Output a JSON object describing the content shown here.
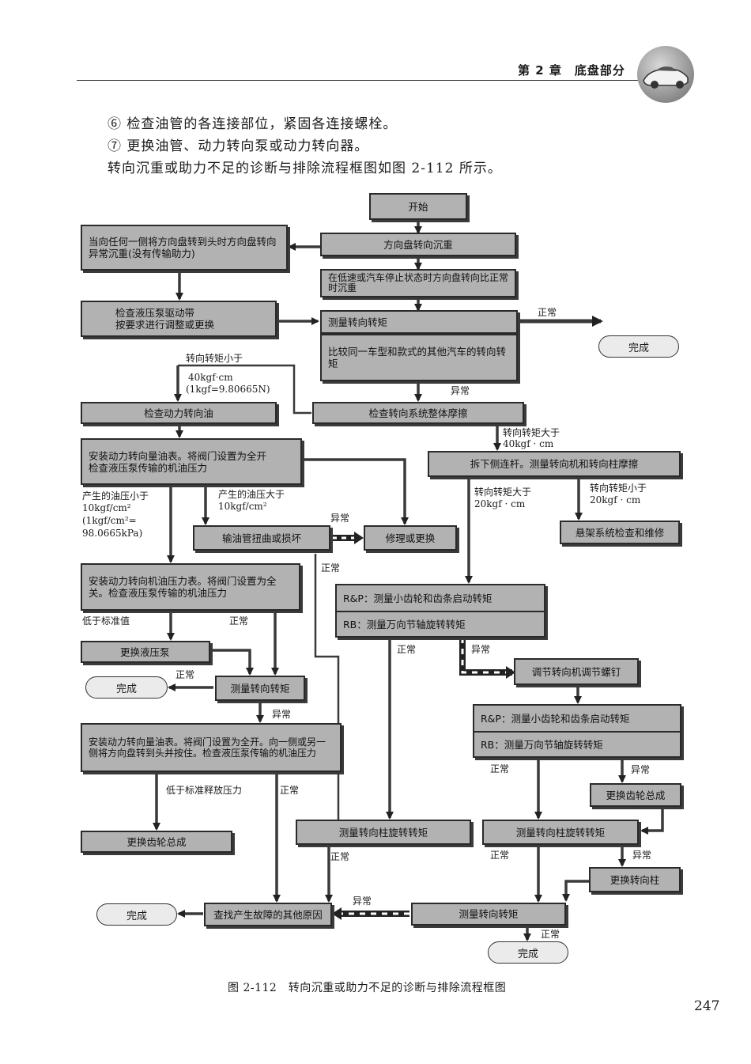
{
  "header": {
    "chapter": "第 2 章　底盘部分"
  },
  "intro": {
    "line1": "⑥ 检查油管的各连接部位，紧固各连接螺栓。",
    "line2": "⑦ 更换油管、动力转向泵或动力转向器。",
    "line3": "转向沉重或助力不足的诊断与排除流程框图如图 2-112 所示。"
  },
  "flow": {
    "start": "开始",
    "n_heavy": "方向盘转向沉重",
    "n_lowspeed": "在低速或汽车停止状态时方向盘转向比正常时沉重",
    "n_lock_heavy": "当向任何一侧将方向盘转到头时方向盘转向异常沉重(没有传输助力)",
    "n_belt": "检查液压泵驱动带\n按要求进行调整或更换",
    "n_measure_top": "测量转向转矩",
    "n_compare": "比较同一车型和款式的其他汽车的转向转矩",
    "n_fluid": "检查动力转向油",
    "n_friction": "检查转向系统整体摩擦",
    "n_install_gauge1": "安装动力转向量油表。将阀门设置为全开\n检查液压泵传输的机油压力",
    "n_tierod": "拆下侧连杆。测量转向机和转向柱摩擦",
    "n_hose": "输油管扭曲或损坏",
    "n_repair": "修理或更换",
    "n_suspension": "悬架系统检查和维修",
    "n_install_gauge2": "安装动力转向机油压力表。将阀门设置为全关。检查液压泵传输的机油压力",
    "n_rp1_a": "R&P：测量小齿轮和齿条启动转矩",
    "n_rp1_b": "RB：测量万向节轴旋转转矩",
    "n_pump": "更换液压泵",
    "n_measure_left": "测量转向转矩",
    "n_adjust_screw": "调节转向机调节螺钉",
    "n_install_gauge3": "安装动力转向量油表。将阀门设置为全开。向一侧或另一侧将方向盘转到头并按住。检查液压泵传输的机油压力",
    "n_rp2_a": "R&P：测量小齿轮和齿条启动转矩",
    "n_rp2_b": "RB：测量万向节轴旋转转矩",
    "n_gear_right": "更换齿轮总成",
    "n_gear_left": "更换齿轮总成",
    "n_col_mid": "测量转向柱旋转转矩",
    "n_col_right": "测量转向柱旋转转矩",
    "n_replace_col": "更换转向柱",
    "n_other": "查找产生故障的其他原因",
    "n_measure_bottom": "测量转向转矩",
    "done": "完成",
    "lbl_normal": "正常",
    "lbl_abnormal": "异常",
    "lbl_torque_lt40": "转向转矩小于",
    "lbl_40kgf": "40kgf·cm",
    "lbl_40kgf_conv": "(1kgf=9.80665N)",
    "lbl_torque_gt": "转向转矩大于",
    "lbl_40kgf_b": "40kgf · cm",
    "lbl_20kgf_gt_a": "转向转矩大于",
    "lbl_20kgf_gt_b": "20kgf · cm",
    "lbl_20kgf_lt_a": "转向转矩小于",
    "lbl_20kgf_lt_b": "20kgf · cm",
    "lbl_pressure_lt_a": "产生的油压小于",
    "lbl_pressure_lt_b": "10kgf/cm²",
    "lbl_pressure_lt_c": "(1kgf/cm²=",
    "lbl_pressure_lt_d": "98.0665kPa)",
    "lbl_pressure_gt_a": "产生的油压大于",
    "lbl_pressure_gt_b": "10kgf/cm²",
    "lbl_below_std": "低于标准值",
    "lbl_below_release": "低于标准释放压力"
  },
  "caption": "图 2-112　转向沉重或助力不足的诊断与排除流程框图",
  "page_number": "247",
  "colors": {
    "box_fill": "#b2b2b2",
    "box_border": "#2a2a2a",
    "line": "#3a3a3a"
  }
}
